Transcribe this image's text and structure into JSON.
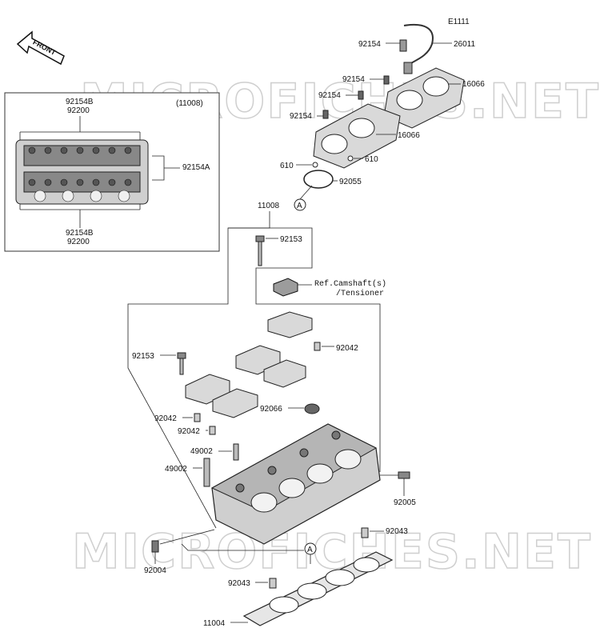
{
  "diagram_id": "E1111",
  "front_arrow_label": "FRONT",
  "watermark": "MICROFICHES.NET",
  "inset": {
    "group_label": "(11008)",
    "top_labels": [
      "92154B",
      "92200"
    ],
    "side_label": "92154A",
    "bottom_labels": [
      "92154B",
      "92200"
    ]
  },
  "callouts": {
    "c92154_top": "92154",
    "c26011": "26011",
    "c92154_a": "92154",
    "c16066_a": "16066",
    "c92154_b": "92154",
    "c92154_c": "92154",
    "c16066_b": "16066",
    "c610_left": "610",
    "c610_right": "610",
    "c92055": "92055",
    "c11008": "11008",
    "c92153_top": "92153",
    "ref_line1": "Ref.Camshaft(s)",
    "ref_line2": "/Tensioner",
    "c92042_a": "92042",
    "c92153_left": "92153",
    "c92042_b": "92042",
    "c92066": "92066",
    "c92042_c": "92042",
    "c49002_a": "49002",
    "c49002_b": "49002",
    "c92005": "92005",
    "c92043_right": "92043",
    "c92004": "92004",
    "c92043_bottom": "92043",
    "c11004": "11004"
  },
  "ref_marker": "A"
}
